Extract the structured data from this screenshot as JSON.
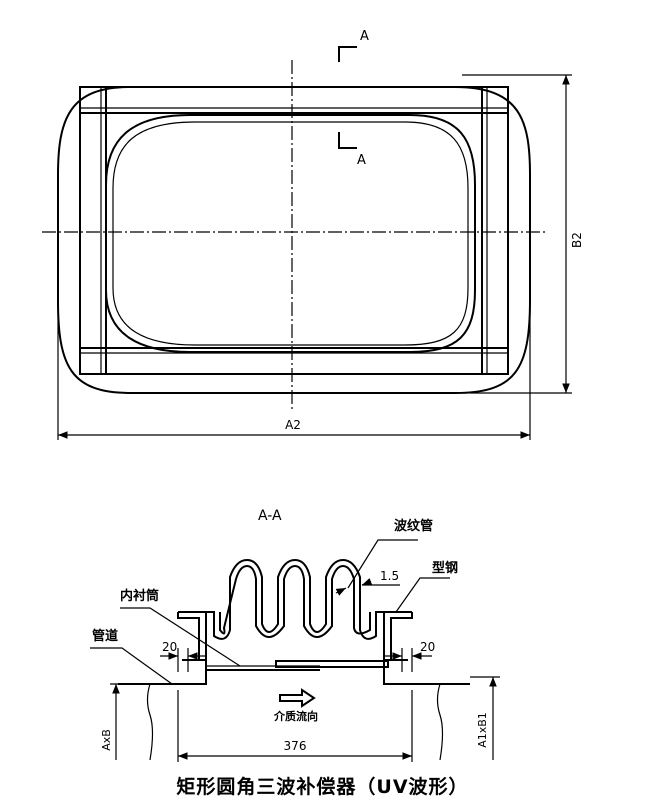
{
  "diagram": {
    "section_marker": "A",
    "dim_width_label": "A2",
    "dim_height_label": "B2",
    "section_view_title": "A-A",
    "label_bellows": "波纹管",
    "label_steel_section": "型钢",
    "label_inner_sleeve": "内衬筒",
    "label_pipe": "管道",
    "dim_thickness": "1.5",
    "dim_gap_left": "20",
    "dim_gap_right": "20",
    "label_flow": "介质流向",
    "dim_left_size": "AxB",
    "dim_right_size": "A1xB1",
    "dim_length": "376"
  },
  "caption": "矩形圆角三波补偿器（UV波形）"
}
